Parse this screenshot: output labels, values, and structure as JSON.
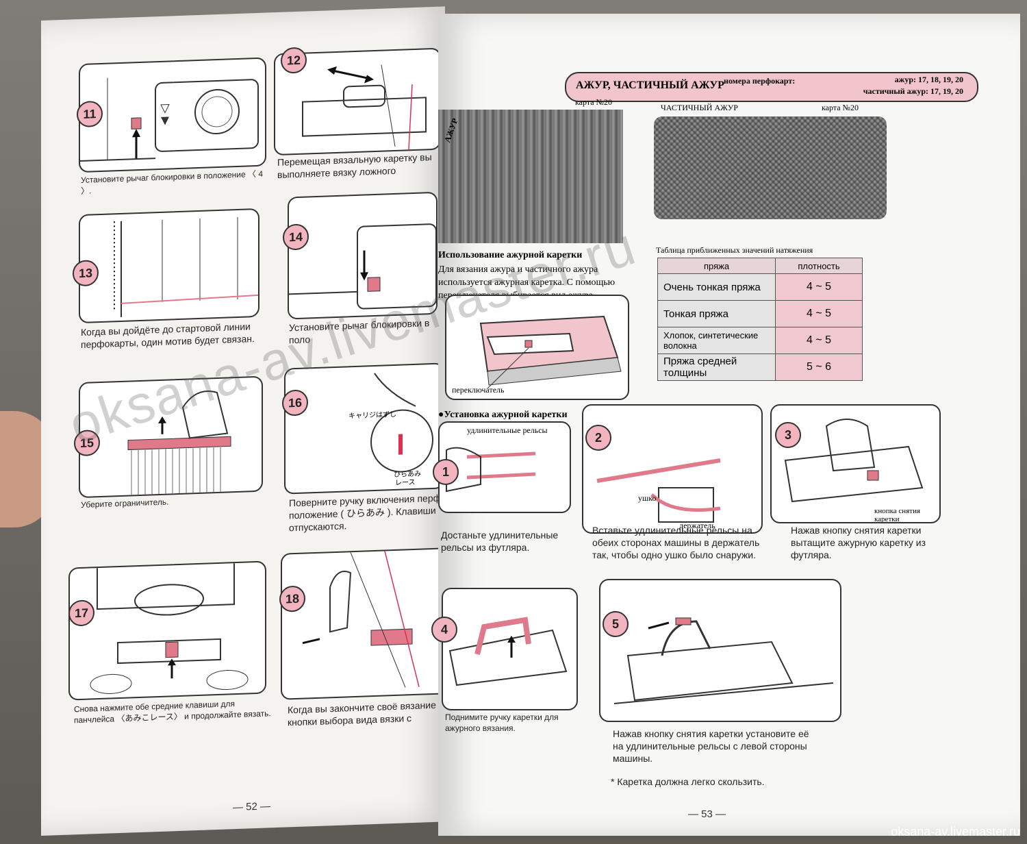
{
  "left_page": {
    "page_number": "— 52 —",
    "steps": [
      {
        "num": "11",
        "caption": "Установите рычаг блокировки в положение 〈 4 〉."
      },
      {
        "num": "12",
        "caption": "Перемещая вязальную каретку вы выполняете вязку ложного"
      },
      {
        "num": "13",
        "caption": "Когда вы дойдёте до стартовой линии перфокарты, один мотив будет связан."
      },
      {
        "num": "14",
        "caption": "Установите рычаг блокировки в поло"
      },
      {
        "num": "15",
        "caption": "Уберите ограничитель."
      },
      {
        "num": "16",
        "caption": "Поверните ручку включения перфо положение ( ひらあみ ). Клавиши отпускаются."
      },
      {
        "num": "17",
        "caption": "Снова нажмите обе средние клавиши для панчлейса 〈あみこレース〉 и продолжайте вязать."
      },
      {
        "num": "18",
        "caption": "Когда вы закончите своё вязание кнопки выбора вида вязки с"
      }
    ],
    "misc_labels": {
      "kana_carriage": "キャリジはずし",
      "kana_hiraami": "ひらあみ",
      "kana_lace": "レース"
    }
  },
  "right_page": {
    "page_number": "— 53 —",
    "header": {
      "title": "АЖУР, ЧАСТИЧНЫЙ АЖУР",
      "label": "номера перфокарт:",
      "line1": "ажур: 17, 18, 19, 20",
      "line2": "частичный ажур: 17, 19, 20"
    },
    "swatches": {
      "left_card": "карта №20",
      "left_side": "АЖУР",
      "right_title": "ЧАСТИЧНЫЙ АЖУР",
      "right_card": "карта №20"
    },
    "usage": {
      "heading": "Использование ажурной каретки",
      "text": "Для вязания ажура и частичного ажура используется ажурная каретка. С помощью переключателя выбирается вид ажура.",
      "switch_label": "переключатель"
    },
    "tension_table": {
      "title": "Таблица приближенных значений натяжения",
      "col_yarn": "пряжа",
      "col_density": "плотность",
      "rows": [
        {
          "yarn": "Очень тонкая пряжа",
          "density": "4 ~ 5"
        },
        {
          "yarn": "Тонкая пряжа",
          "density": "4 ~ 5"
        },
        {
          "yarn": "Хлопок, синтетические волокна",
          "density": "4 ~ 5"
        },
        {
          "yarn": "Пряжа средней толщины",
          "density": "5 ~ 6"
        }
      ]
    },
    "install": {
      "heading": "●Установка ажурной каретки",
      "steps": [
        {
          "num": "1",
          "caption": "Достаньте удлинительные рельсы из футляра.",
          "label": "удлинительные рельсы"
        },
        {
          "num": "2",
          "caption": "Вставьте удлинительные рельсы на обеих сторонах машины в держатель так, чтобы одно ушко было снаружи.",
          "label1": "ушко",
          "label2": "держатель"
        },
        {
          "num": "3",
          "caption": "Нажав кнопку снятия каретки вытащите ажурную каретку из футляра.",
          "label": "кнопка снятия каретки"
        },
        {
          "num": "4",
          "caption": "Поднимите ручку каретки для ажурного вязания."
        },
        {
          "num": "5",
          "caption": "Нажав кнопку снятия каретки установите её на удлинительные рельсы с левой стороны машины."
        }
      ],
      "note": "* Каретка должна легко скользить."
    }
  },
  "watermark": "oksana-av.livemaster.ru",
  "footer_url": "oksana-av.livemaster.ru",
  "colors": {
    "pink": "#f2c4cc",
    "accent": "#e07a8a"
  }
}
